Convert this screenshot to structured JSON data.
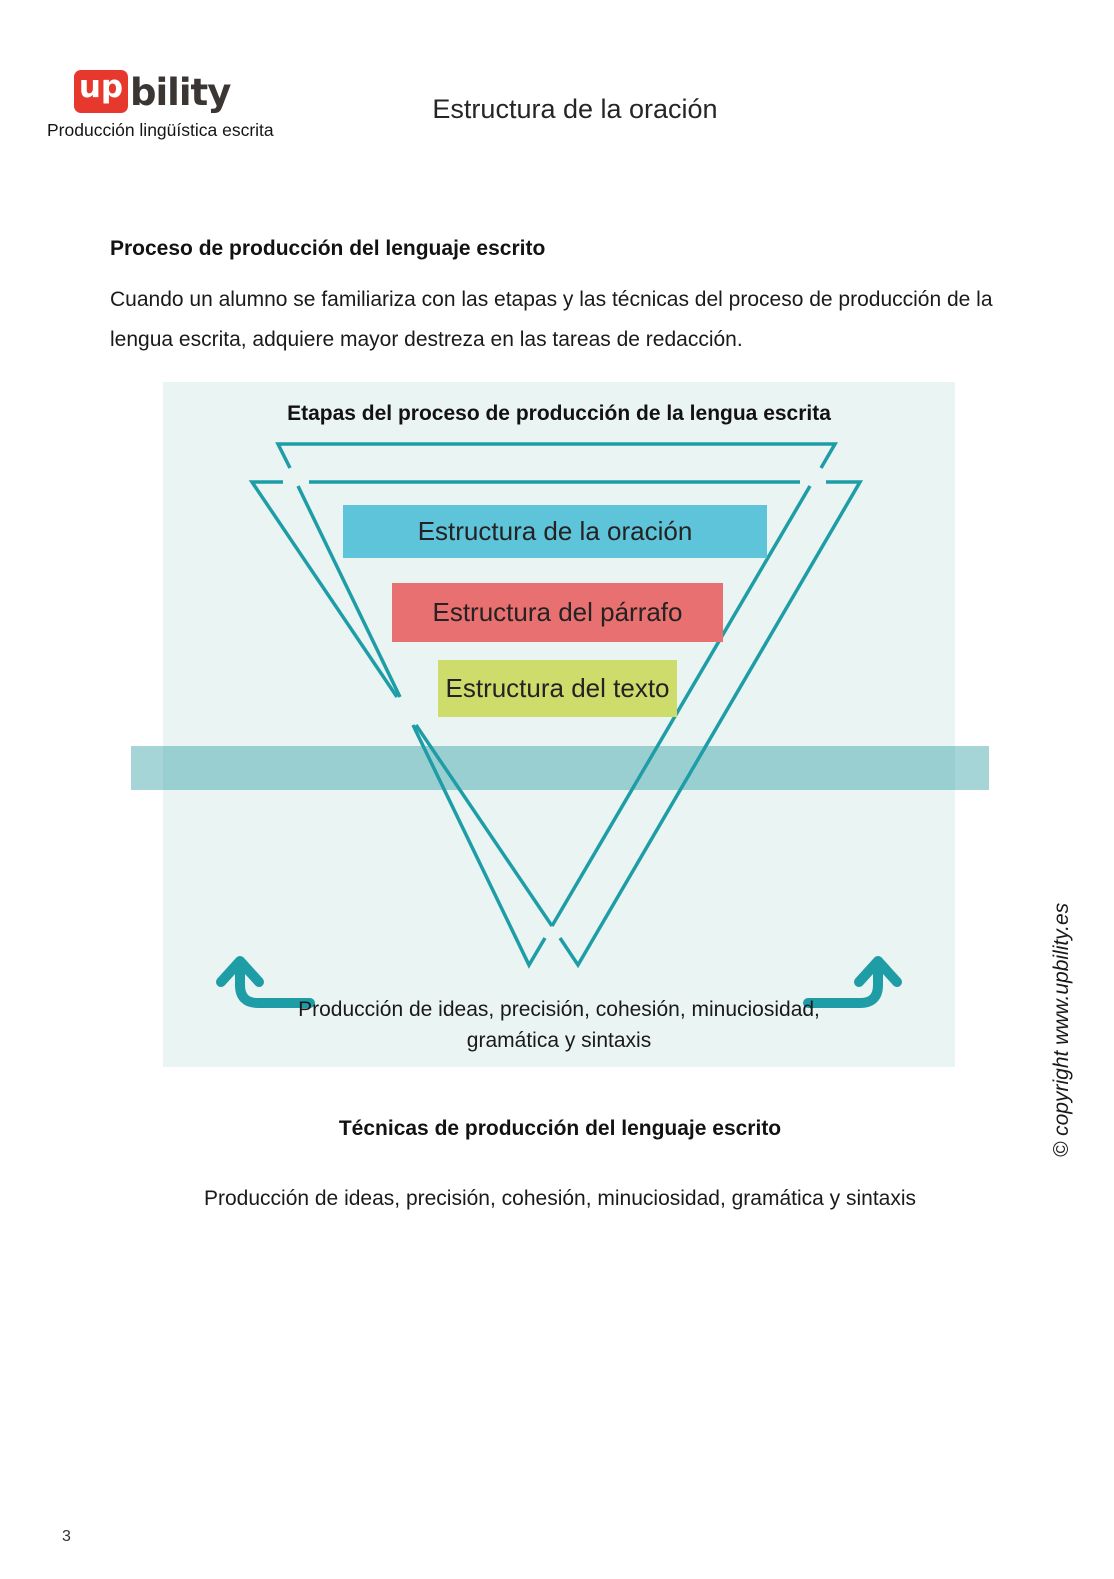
{
  "page": {
    "number": "3",
    "header": {
      "logo_up": "up",
      "logo_bility": "bility",
      "logo_subtitle": "Producción lingüística escrita",
      "title": "Estructura de la oración"
    },
    "intro": {
      "heading": "Proceso de producción del lenguaje escrito",
      "body": "Cuando un alumno se familiariza con las etapas y las técnicas del proceso de producción de la lengua escrita, adquiere mayor destreza en las tareas de redacción."
    },
    "diagram": {
      "title": "Etapas del proceso de producción de la lengua escrita",
      "levels": [
        {
          "label": "Estructura de la oración",
          "color": "#5ec4da"
        },
        {
          "label": "Estructura del párrafo",
          "color": "#e97070"
        },
        {
          "label": "Estructura del texto",
          "color": "#cddc6b"
        }
      ],
      "caption_line1": "Producción de ideas, precisión, cohesión, minuciosidad,",
      "caption_line2": "gramática y sintaxis",
      "colors": {
        "background": "#e9f4f3",
        "outline": "#1f9da7",
        "band": "rgba(42,154,162,0.42)",
        "logo_red": "#e6382c"
      }
    },
    "techniques": {
      "heading": "Técnicas de producción del lenguaje escrito",
      "body": "Producción de ideas, precisión, cohesión, minuciosidad, gramática y sintaxis"
    },
    "copyright": "© copyright www.upbility.es"
  }
}
